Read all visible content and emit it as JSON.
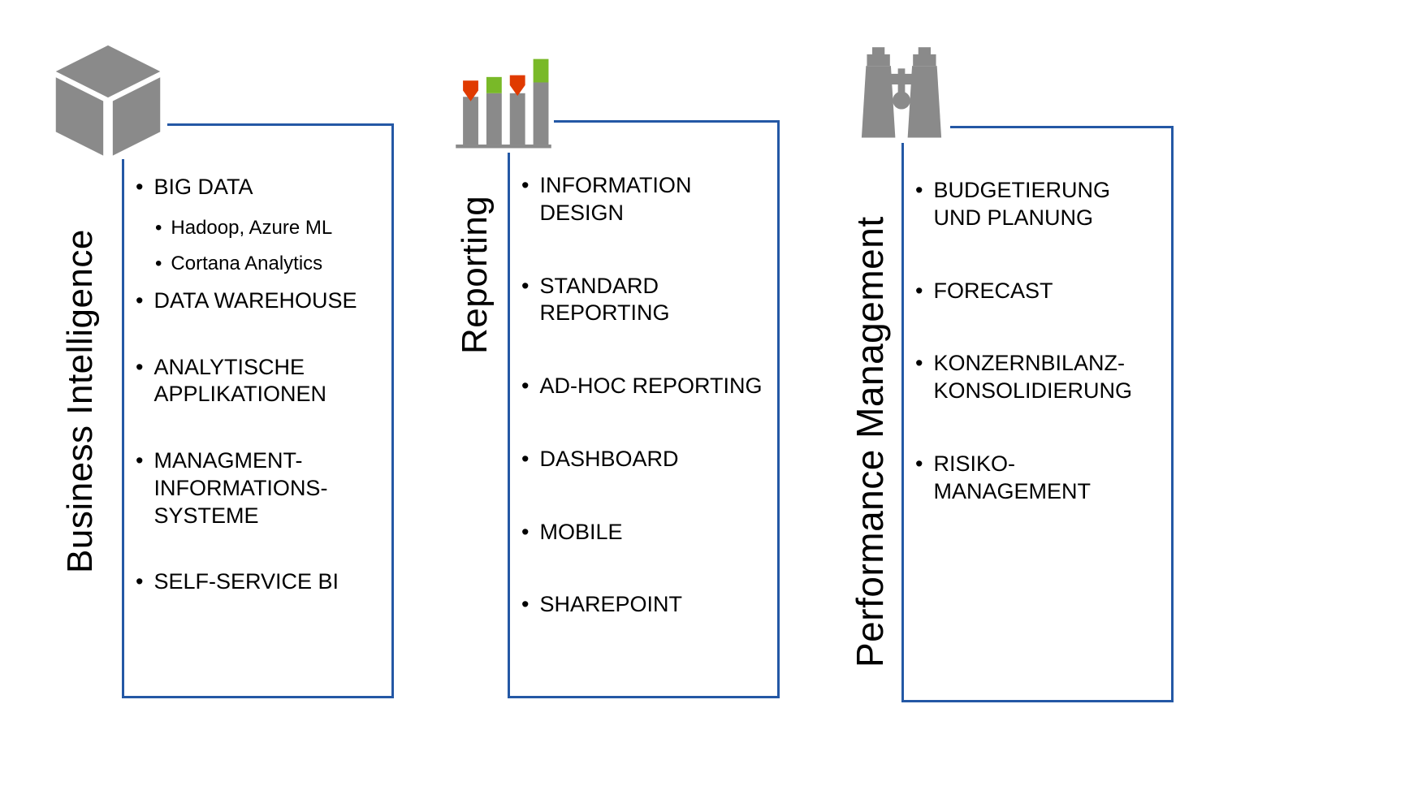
{
  "colors": {
    "border_blue": "#2458a5",
    "icon_gray": "#8a8a8a",
    "chart_green": "#79b928",
    "chart_red": "#e03a00",
    "text": "#000000"
  },
  "panels": [
    {
      "title": "Business Intelligence",
      "icon": "cube-icon",
      "items": [
        {
          "text": "BIG DATA"
        },
        {
          "text": "Hadoop, Azure ML",
          "sub": true
        },
        {
          "text": "Cortana Analytics",
          "sub": true
        },
        {
          "text": "DATA WAREHOUSE"
        },
        {
          "text": "ANALYTISCHE\nAPPLIKATIONEN"
        },
        {
          "text": "MANAGMENT-\nINFORMATIONS-\nSYSTEME"
        },
        {
          "text": "SELF-SERVICE BI"
        }
      ]
    },
    {
      "title": "Reporting",
      "icon": "bar-chart-icon",
      "items": [
        {
          "text": "INFORMATION\nDESIGN"
        },
        {
          "text": "STANDARD\nREPORTING"
        },
        {
          "text": "AD-HOC REPORTING"
        },
        {
          "text": "DASHBOARD"
        },
        {
          "text": "MOBILE"
        },
        {
          "text": "SHAREPOINT"
        }
      ]
    },
    {
      "title": "Performance Management",
      "icon": "binoculars-icon",
      "items": [
        {
          "text": "BUDGETIERUNG\nUND PLANUNG"
        },
        {
          "text": "FORECAST"
        },
        {
          "text": "KONZERNBILANZ-\nKONSOLIDIERUNG"
        },
        {
          "text": "RISIKO-\nMANAGEMENT"
        }
      ]
    }
  ],
  "bullet_glyph": "•"
}
